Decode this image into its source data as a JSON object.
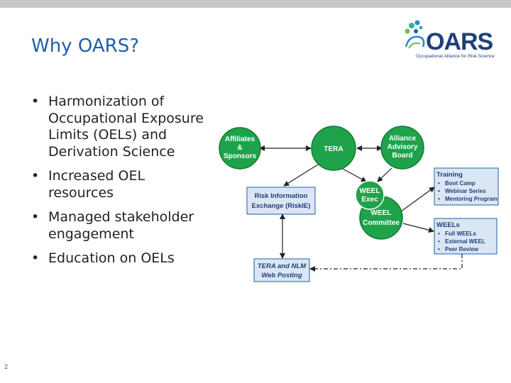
{
  "slide": {
    "title": "Why OARS?",
    "page_number": "2"
  },
  "logo": {
    "word": "OARS",
    "tagline": "Occupational Alliance for Risk Science"
  },
  "bullets": [
    "Harmonization of Occupational Exposure Limits (OELs) and Derivation Science",
    "Increased OEL resources",
    "Managed stakeholder engagement",
    "Education on OELs"
  ],
  "diagram": {
    "colors": {
      "node_fill": "#1ea34a",
      "node_stroke": "#157a35",
      "box_fill": "#dbe6f4",
      "box_stroke": "#1f5faa",
      "text": "#1f3f7a"
    },
    "nodes": {
      "affiliates": [
        "Affiliates",
        "&",
        "Sponsors"
      ],
      "tera": [
        "TERA"
      ],
      "alliance": [
        "Alliance",
        "Advisory",
        "Board"
      ],
      "weel_exec": [
        "WEEL",
        "Exec"
      ],
      "weel_committee": [
        "WEEL",
        "Committee"
      ]
    },
    "boxes": {
      "riskie": [
        "Risk Information",
        "Exchange (RiskIE)"
      ],
      "web_posting": [
        "TERA and NLM",
        "Web Posting"
      ],
      "training": {
        "title": "Training",
        "items": [
          "Boot Camp",
          "Webinar Series",
          "Mentoring Program"
        ]
      },
      "weels": {
        "title": "WEELs",
        "items": [
          "Full WEELs",
          "External WEEL",
          "Peer Review"
        ]
      }
    }
  }
}
